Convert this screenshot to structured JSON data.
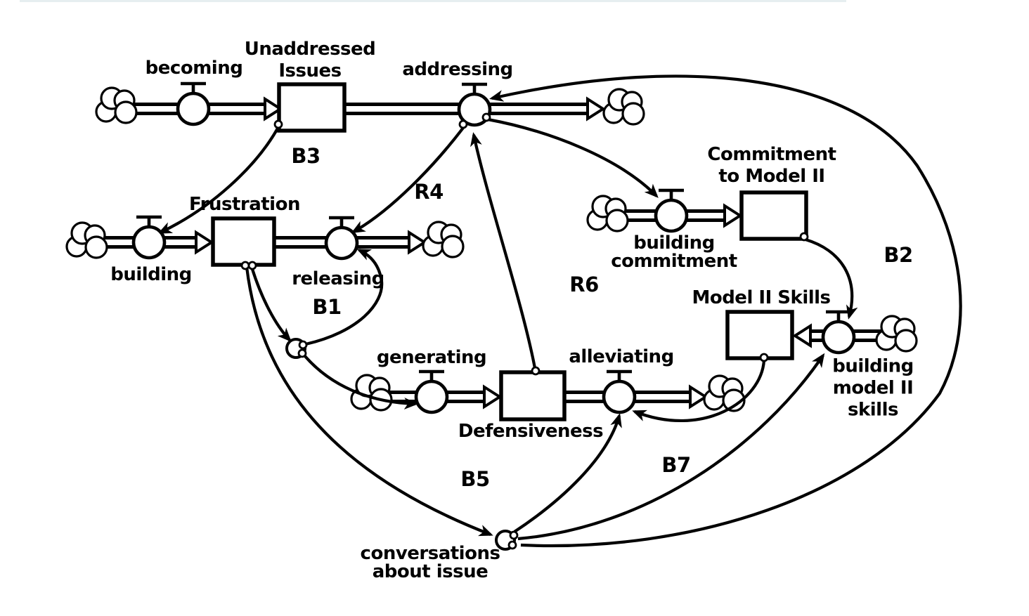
{
  "page": {
    "background": "#ffffff",
    "ink_color": "#000000",
    "top_border_color": "#e6eef0"
  },
  "labels": {
    "becoming": "becoming",
    "unaddressed_issues_1": "Unaddressed",
    "unaddressed_issues_2": "Issues",
    "addressing": "addressing",
    "frustration": "Frustration",
    "building": "building",
    "releasing": "releasing",
    "commitment_1": "Commitment",
    "commitment_2": "to Model II",
    "building_commitment_1": "building",
    "building_commitment_2": "commitment",
    "model_ii_skills": "Model II Skills",
    "building_model_ii_skills_1": "building",
    "building_model_ii_skills_2": "model II",
    "building_model_ii_skills_3": "skills",
    "generating": "generating",
    "alleviating": "alleviating",
    "defensiveness": "Defensiveness",
    "conversations_1": "conversations",
    "conversations_2": "about issue"
  },
  "loops": {
    "b1": "B1",
    "b2": "B2",
    "b3": "B3",
    "b5": "B5",
    "b7": "B7",
    "r4": "R4",
    "r6": "R6"
  },
  "model": {
    "type": "stock-and-flow-diagram",
    "stocks": [
      "Unaddressed Issues",
      "Frustration",
      "Commitment to Model II",
      "Model II Skills",
      "Defensiveness"
    ],
    "flows": [
      {
        "name": "becoming",
        "into": "Unaddressed Issues",
        "from": "cloud"
      },
      {
        "name": "addressing",
        "out_of": "Unaddressed Issues",
        "to": "cloud"
      },
      {
        "name": "building",
        "into": "Frustration",
        "from": "cloud"
      },
      {
        "name": "releasing",
        "out_of": "Frustration",
        "to": "cloud"
      },
      {
        "name": "building commitment",
        "into": "Commitment to Model II",
        "from": "cloud"
      },
      {
        "name": "building model II skills",
        "into": "Model II Skills",
        "from": "cloud"
      },
      {
        "name": "generating",
        "into": "Defensiveness",
        "from": "cloud"
      },
      {
        "name": "alleviating",
        "out_of": "Defensiveness",
        "to": "cloud"
      }
    ],
    "auxiliary_variables": [
      "conversations about issue"
    ],
    "feedback_loop_labels": [
      "B3",
      "R4",
      "B1",
      "R6",
      "B2",
      "B5",
      "B7"
    ],
    "connectors": [
      "Unaddressed Issues -> building",
      "addressing -> releasing",
      "addressing -> building commitment",
      "Defensiveness -> addressing",
      "Frustration -> junction",
      "junction -> releasing",
      "junction -> generating",
      "Frustration -> conversations about issue",
      "conversations about issue -> alleviating",
      "conversations about issue -> building model II skills",
      "conversations about issue -> addressing",
      "Model II Skills -> alleviating",
      "Commitment to Model II -> building model II skills"
    ]
  }
}
